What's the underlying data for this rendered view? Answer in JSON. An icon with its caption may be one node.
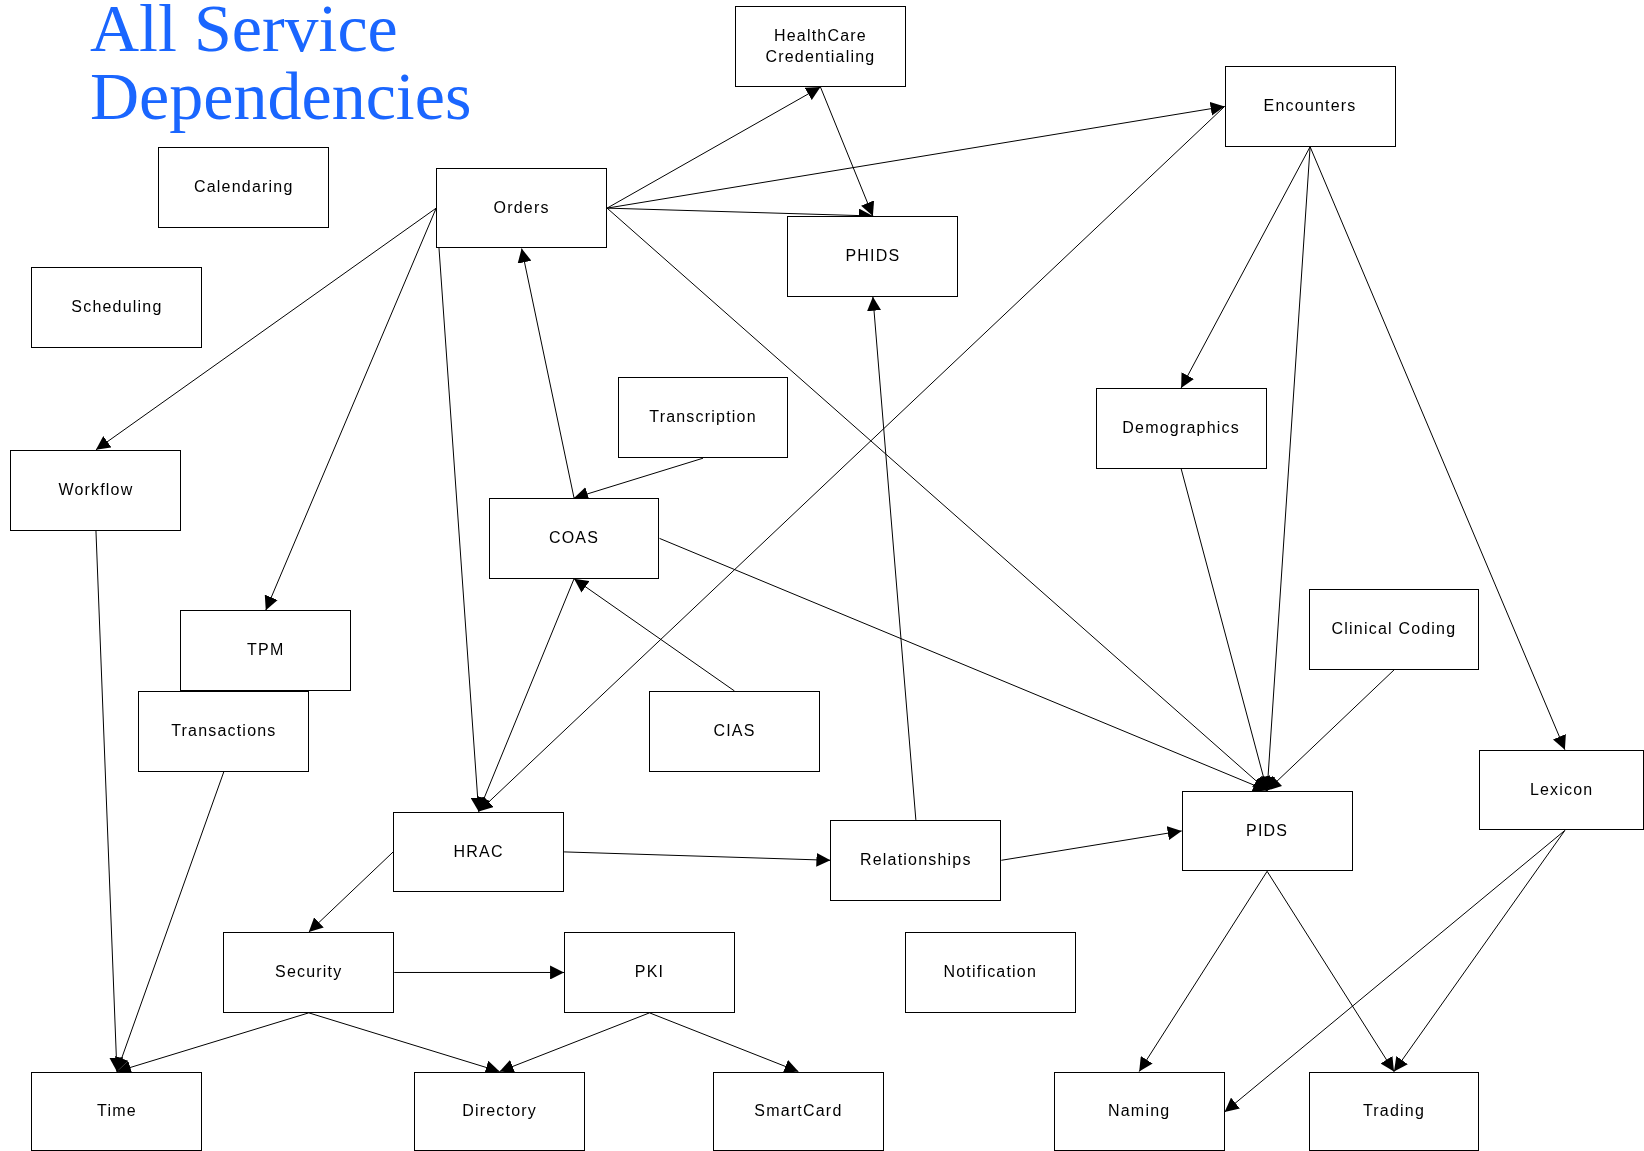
{
  "diagram": {
    "title": "All Service Dependencies",
    "nodes": [
      {
        "text": [
          "HealthCare Credentialing"
        ]
      },
      {
        "text": [
          "Encounters"
        ]
      },
      {
        "text": [
          "Calendaring"
        ]
      },
      {
        "text": [
          "Orders"
        ]
      },
      {
        "text": [
          "PHIDS"
        ]
      },
      {
        "text": [
          "Scheduling"
        ]
      },
      {
        "text": [
          "Transcription"
        ]
      },
      {
        "text": [
          "Demographics"
        ]
      },
      {
        "text": [
          "Workflow"
        ]
      },
      {
        "text": [
          "COAS"
        ]
      },
      {
        "text": [
          "Clinical Coding"
        ]
      },
      {
        "text": [
          "TPM"
        ]
      },
      {
        "text": [
          "Transactions"
        ]
      },
      {
        "text": [
          "CIAS"
        ]
      },
      {
        "text": [
          "Lexicon"
        ]
      },
      {
        "text": [
          "PIDS"
        ]
      },
      {
        "text": [
          "HRAC"
        ]
      },
      {
        "text": [
          "Relationships"
        ]
      },
      {
        "text": [
          "Security"
        ]
      },
      {
        "text": [
          "PKI"
        ]
      },
      {
        "text": [
          "Notification"
        ]
      },
      {
        "text": [
          "Time"
        ]
      },
      {
        "text": [
          "Directory"
        ]
      },
      {
        "text": [
          "SmartCard"
        ]
      },
      {
        "text": [
          "Naming"
        ]
      },
      {
        "text": [
          "Trading"
        ]
      }
    ],
    "edges": [
      {
        "from": 3,
        "to": 0,
        "arrow": "to"
      },
      {
        "from": 3,
        "to": 1,
        "arrow": "to"
      },
      {
        "from": 3,
        "to": 4,
        "arrow": "to"
      },
      {
        "from": 0,
        "to": 4,
        "arrow": "to"
      },
      {
        "from": 3,
        "to": 8,
        "arrow": "to"
      },
      {
        "from": 3,
        "to": 11,
        "arrow": "to"
      },
      {
        "from": 3,
        "to": 16,
        "arrow": "to"
      },
      {
        "from": 3,
        "to": 15,
        "arrow": "to"
      },
      {
        "from": 1,
        "to": 16,
        "arrow": "to"
      },
      {
        "from": 1,
        "to": 7,
        "arrow": "to"
      },
      {
        "from": 1,
        "to": 15,
        "arrow": "to"
      },
      {
        "from": 1,
        "to": 14,
        "arrow": "to"
      },
      {
        "from": 9,
        "to": 3,
        "arrow": "to"
      },
      {
        "from": 6,
        "to": 9,
        "arrow": "to"
      },
      {
        "from": 9,
        "to": 15,
        "arrow": "to"
      },
      {
        "from": 13,
        "to": 9,
        "arrow": "to"
      },
      {
        "from": 9,
        "to": 16,
        "arrow": "to"
      },
      {
        "from": 17,
        "to": 4,
        "arrow": "to"
      },
      {
        "from": 7,
        "to": 15,
        "arrow": "to"
      },
      {
        "from": 10,
        "to": 15,
        "arrow": "to"
      },
      {
        "from": 8,
        "to": 21,
        "arrow": "to"
      },
      {
        "from": 12,
        "to": 21,
        "arrow": "to"
      },
      {
        "from": 16,
        "to": 17,
        "arrow": "to"
      },
      {
        "from": 16,
        "to": 18,
        "arrow": "to"
      },
      {
        "from": 17,
        "to": 15,
        "arrow": "to"
      },
      {
        "from": 18,
        "to": 19,
        "arrow": "to"
      },
      {
        "from": 18,
        "to": 21,
        "arrow": "to"
      },
      {
        "from": 18,
        "to": 22,
        "arrow": "to"
      },
      {
        "from": 19,
        "to": 22,
        "arrow": "to"
      },
      {
        "from": 19,
        "to": 23,
        "arrow": "to"
      },
      {
        "from": 15,
        "to": 24,
        "arrow": "to"
      },
      {
        "from": 15,
        "to": 25,
        "arrow": "to"
      },
      {
        "from": 14,
        "to": 24,
        "arrow": "to"
      },
      {
        "from": 14,
        "to": 25,
        "arrow": "to"
      }
    ]
  }
}
